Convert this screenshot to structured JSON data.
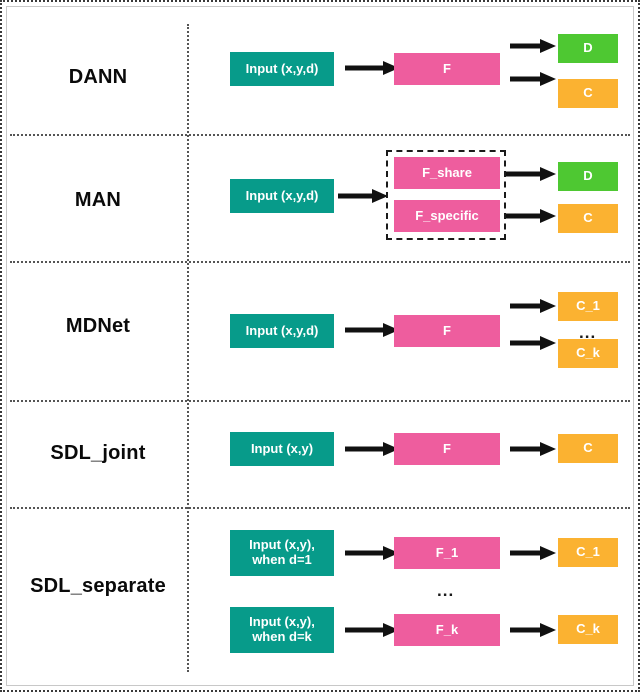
{
  "figure": {
    "name": "model-architecture-comparison",
    "colors": {
      "input": "#079b8a",
      "feature": "#ee5d9e",
      "domain": "#4ec832",
      "classifier": "#fbb231",
      "divider": "#555555",
      "text_dark": "#0a0a0a"
    }
  },
  "rows": [
    {
      "label": "DANN",
      "nodes": {
        "input": "Input (x,y,d)",
        "feature": "F",
        "domain": "D",
        "classifier": "C"
      }
    },
    {
      "label": "MAN",
      "nodes": {
        "input": "Input (x,y,d)",
        "feature_share": "F_share",
        "feature_specific": "F_specific",
        "domain": "D",
        "classifier": "C"
      }
    },
    {
      "label": "MDNet",
      "nodes": {
        "input": "Input (x,y,d)",
        "feature": "F",
        "classifier_first": "C_1",
        "ellipsis": "...",
        "classifier_last": "C_k"
      }
    },
    {
      "label": "SDL_joint",
      "nodes": {
        "input": "Input (x,y)",
        "feature": "F",
        "classifier": "C"
      }
    },
    {
      "label": "SDL_separate",
      "nodes": {
        "input_first": "Input (x,y),\nwhen d=1",
        "feature_first": "F_1",
        "classifier_first": "C_1",
        "ellipsis": "...",
        "input_last": "Input (x,y),\nwhen d=k",
        "feature_last": "F_k",
        "classifier_last": "C_k"
      }
    }
  ]
}
